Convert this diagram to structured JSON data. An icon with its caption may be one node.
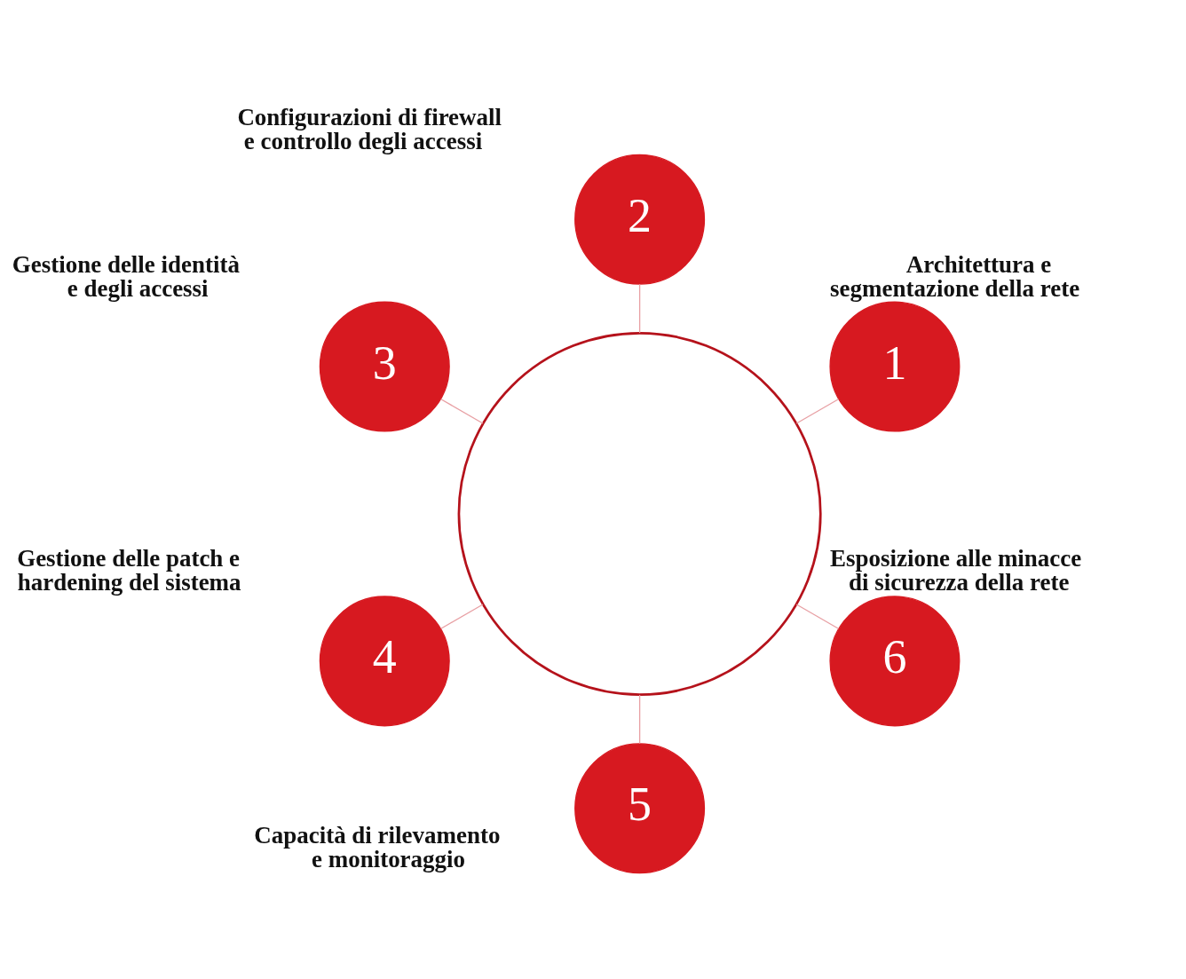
{
  "diagram": {
    "nodes": [
      {
        "text": [],
        "shape": "circle"
      },
      {
        "text": [
          "1"
        ],
        "beside": [
          "Architettura e segmentazione della rete"
        ]
      },
      {
        "text": [
          "2"
        ],
        "beside": [
          "Configurazioni di firewall e controllo degli accessi"
        ]
      },
      {
        "text": [
          "3"
        ],
        "beside": [
          "Gestione delle identità e degli accessi"
        ]
      },
      {
        "text": [
          "4"
        ],
        "beside": [
          "Gestione delle patch e hardening del sistema"
        ]
      },
      {
        "text": [
          "5"
        ],
        "beside": [
          "Capacità di rilevamento e monitoraggio"
        ]
      },
      {
        "text": [
          "6"
        ],
        "beside": [
          "Esposizione alle minacce di sicurezza della rete"
        ]
      }
    ],
    "edges": [
      {
        "from": 0,
        "to": 1,
        "arrow": "none"
      },
      {
        "from": 0,
        "to": 2,
        "arrow": "none"
      },
      {
        "from": 0,
        "to": 3,
        "arrow": "none"
      },
      {
        "from": 0,
        "to": 4,
        "arrow": "none"
      },
      {
        "from": 0,
        "to": 5,
        "arrow": "none"
      },
      {
        "from": 0,
        "to": 6,
        "arrow": "none"
      }
    ]
  }
}
